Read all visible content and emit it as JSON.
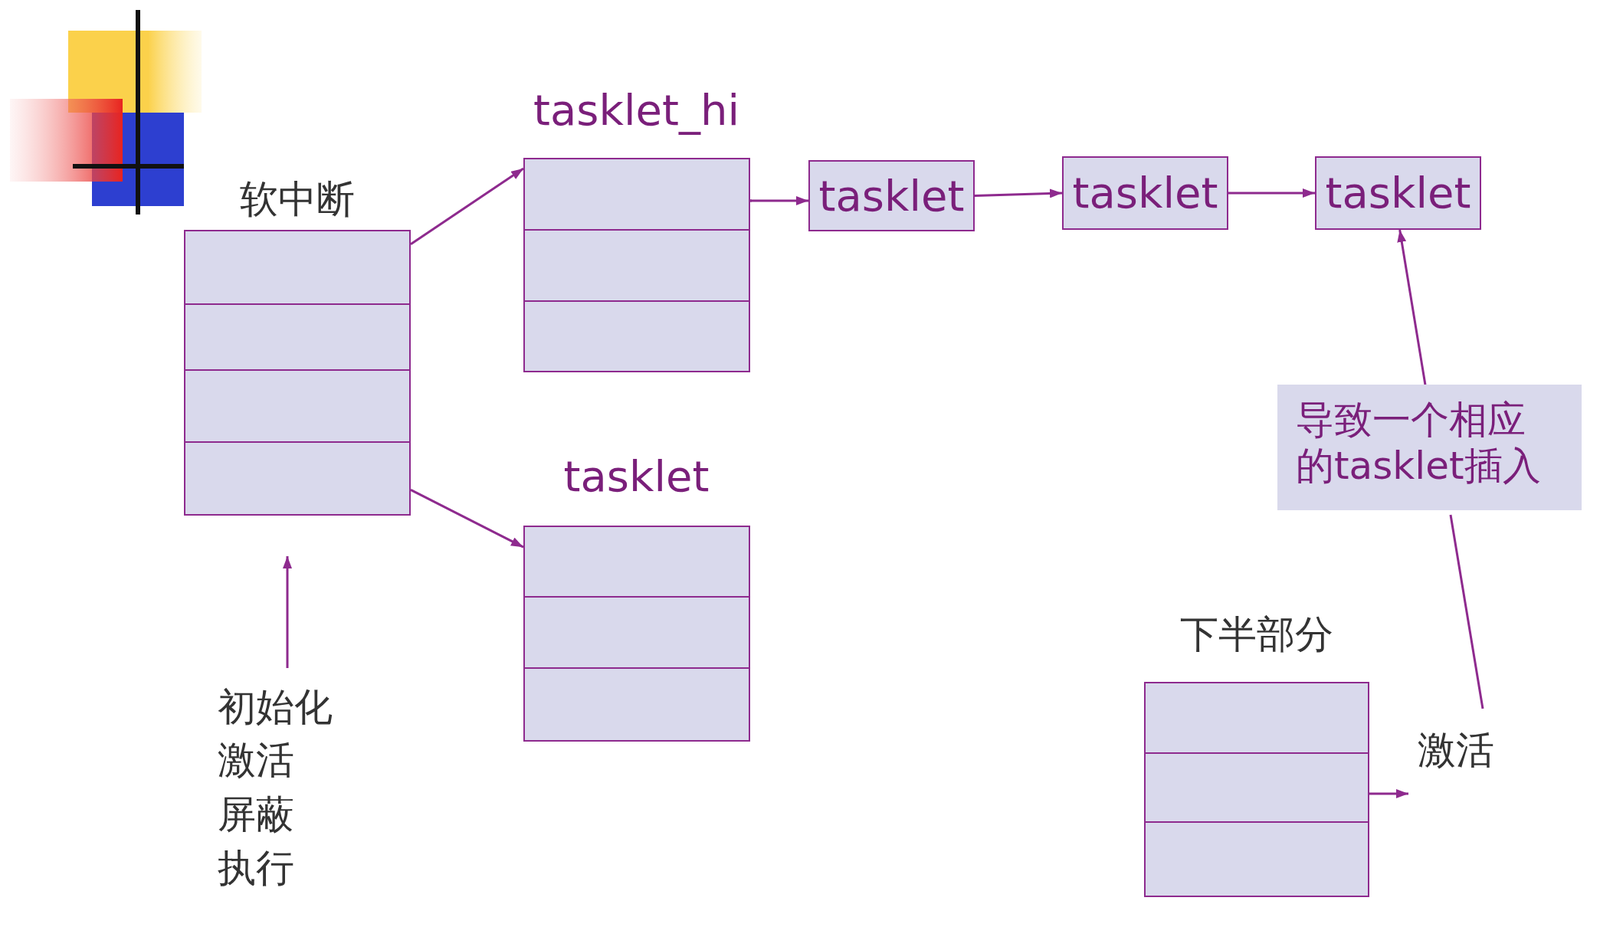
{
  "diagram": {
    "nodes": [
      {
        "text": [
          "软中断"
        ]
      },
      {
        "text": [
          "tasklet_hi"
        ]
      },
      {
        "text": [
          "tasklet"
        ]
      },
      {
        "text": [
          "tasklet"
        ]
      },
      {
        "text": [
          "tasklet"
        ]
      },
      {
        "text": [
          "tasklet"
        ]
      },
      {
        "text": [
          "导致一个相应的tasklet插入"
        ]
      },
      {
        "text": [
          "下半部分"
        ]
      }
    ],
    "edges": [
      {
        "from": 0,
        "to": 1,
        "arrow": "to"
      },
      {
        "from": 0,
        "to": 5,
        "arrow": "to"
      },
      {
        "from": 1,
        "to": 2,
        "arrow": "to"
      },
      {
        "from": 2,
        "to": 3,
        "arrow": "to"
      },
      {
        "from": 3,
        "to": 4,
        "arrow": "to"
      },
      {
        "from": 6,
        "to": 4,
        "arrow": "to"
      }
    ],
    "labels": [
      "初始化",
      "激活",
      "屏蔽",
      "执行",
      "激活"
    ]
  }
}
